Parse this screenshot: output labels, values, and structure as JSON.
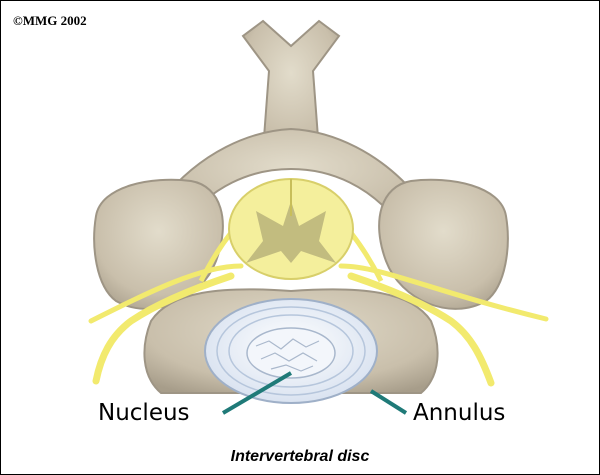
{
  "copyright": "©MMG 2002",
  "labels": {
    "nucleus": "Nucleus",
    "annulus": "Annulus"
  },
  "caption": "Intervertebral disc",
  "colors": {
    "bone": "#cfc6b3",
    "bone_shadow": "#9e9585",
    "nerve": "#f2ea6e",
    "spinal_cord": "#f4ef9c",
    "gray_matter": "#b9b37a",
    "disc": "#e8eef8",
    "disc_rings": "#b6c6dc",
    "pointer": "#1f7a78"
  }
}
